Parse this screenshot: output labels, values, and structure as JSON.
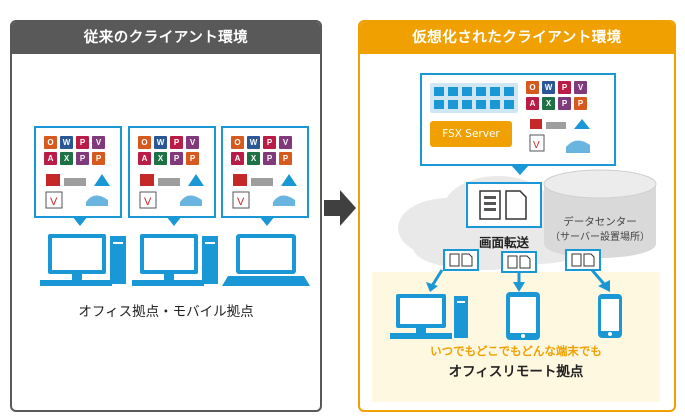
{
  "left": {
    "title": "従来のクライアント環境",
    "caption": "オフィス拠点・モバイル拠点"
  },
  "right": {
    "title": "仮想化されたクライアント環境",
    "server_label": "FSX Server",
    "datacenter_label": "データセンター",
    "datacenter_sub": "（サーバー設置場所）",
    "transfer_label": "画面転送",
    "anywhere_note": "いつでもどこでもどんな端末でも",
    "caption": "オフィスリモート拠点"
  },
  "tile_letters": [
    "O",
    "W",
    "P",
    "V",
    "A",
    "X",
    "P",
    "P"
  ],
  "colors": {
    "left_header": "#595959",
    "right_header": "#f0a000",
    "accent_blue": "#1a98d5",
    "server_orange": "#f0a000",
    "arrow_gray": "#404040"
  },
  "icons": [
    "monitor-icon",
    "tower-icon",
    "laptop-icon",
    "tablet-icon",
    "smartphone-icon",
    "cloud-icon",
    "database-icon",
    "document-icon",
    "arrow-right-icon"
  ]
}
